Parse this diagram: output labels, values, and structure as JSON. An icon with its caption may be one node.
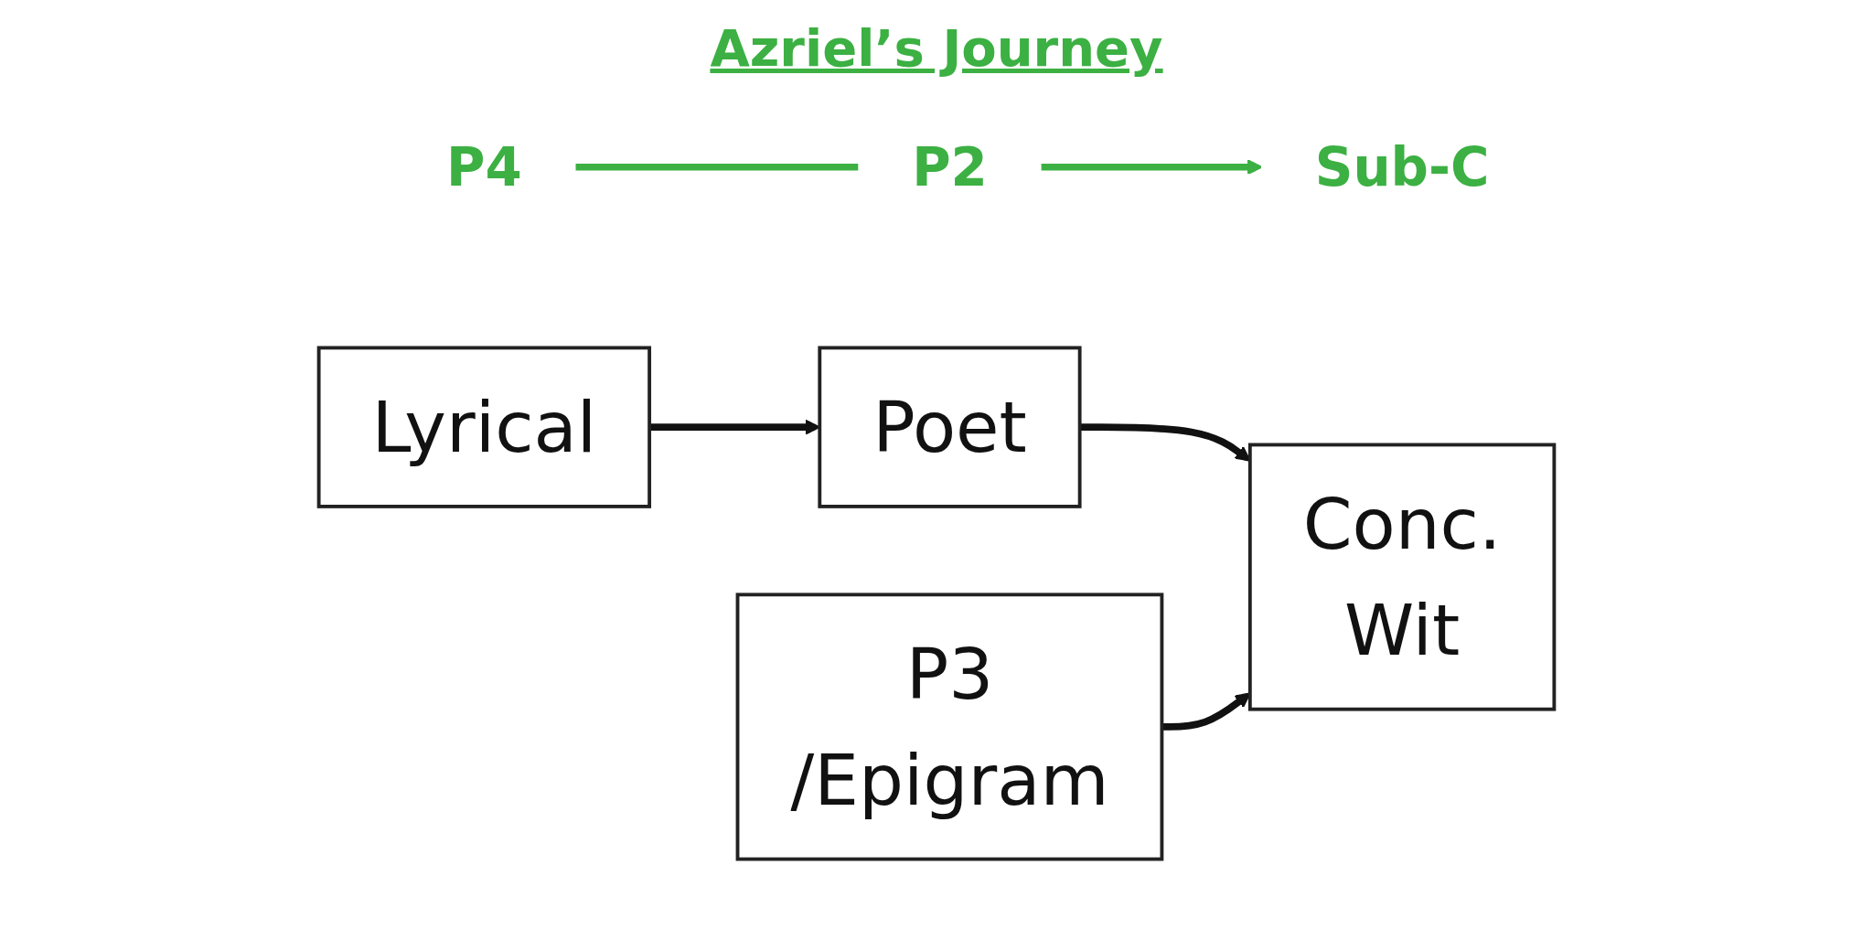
{
  "diagram": {
    "title": "Azriel’s Journey",
    "nodes": [
      {
        "text": [
          "P4"
        ]
      },
      {
        "text": [
          "P2"
        ]
      },
      {
        "text": [
          "Sub-C"
        ]
      },
      {
        "text": [
          "Lyrical"
        ]
      },
      {
        "text": [
          "Poet"
        ]
      },
      {
        "text": [
          "Conc.",
          "Wit"
        ]
      },
      {
        "text": [
          "P3",
          "/Epigram"
        ]
      }
    ],
    "edges": [
      {
        "from": 0,
        "to": 1,
        "arrow": "none",
        "color": "#3cb043"
      },
      {
        "from": 1,
        "to": 2,
        "arrow": "to",
        "color": "#3cb043"
      },
      {
        "from": 3,
        "to": 4,
        "arrow": "to"
      },
      {
        "from": 4,
        "to": 5,
        "arrow": "to"
      },
      {
        "from": 6,
        "to": 5,
        "arrow": "to"
      }
    ]
  }
}
